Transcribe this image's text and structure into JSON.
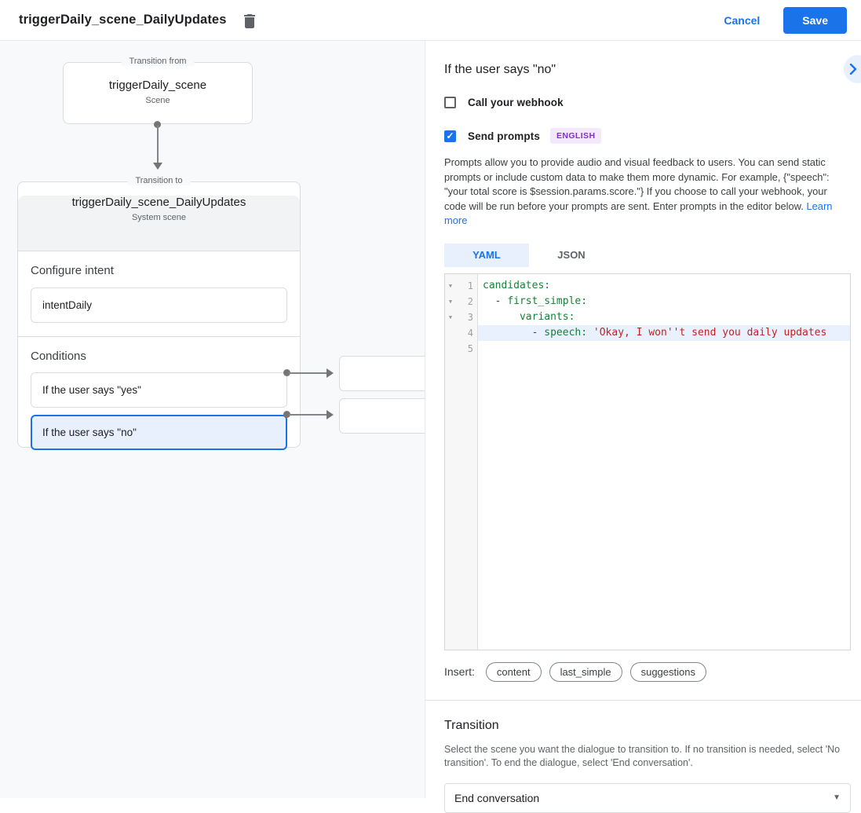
{
  "header": {
    "title": "triggerDaily_scene_DailyUpdates",
    "cancel_label": "Cancel",
    "save_label": "Save"
  },
  "flow": {
    "from_card": {
      "legend": "Transition from",
      "title": "triggerDaily_scene",
      "subtitle": "Scene"
    },
    "to_card": {
      "legend": "Transition to",
      "title": "triggerDaily_scene_DailyUpdates",
      "subtitle": "System scene",
      "intent_label": "Configure intent",
      "intent_value": "intentDaily",
      "conditions_label": "Conditions",
      "conditions": [
        {
          "label": "If the user says \"yes\"",
          "selected": false
        },
        {
          "label": "If the user says \"no\"",
          "selected": true
        }
      ]
    }
  },
  "panel": {
    "title": "If the user says \"no\"",
    "webhook_checkbox": {
      "label": "Call your webhook",
      "checked": false
    },
    "prompts_checkbox": {
      "label": "Send prompts",
      "checked": true,
      "badge": "ENGLISH"
    },
    "description": "Prompts allow you to provide audio and visual feedback to users. You can send static prompts or include custom data to make them more dynamic. For example, {\"speech\": \"your total score is $session.params.score.\"} If you choose to call your webhook, your code will be run before your prompts are sent. Enter prompts in the editor below. ",
    "learn_more": "Learn more",
    "tabs": [
      {
        "label": "YAML",
        "active": true
      },
      {
        "label": "JSON",
        "active": false
      }
    ],
    "editor": {
      "lines": [
        {
          "num": 1,
          "fold": true,
          "active": false,
          "segments": [
            {
              "t": "candidates:",
              "c": "key"
            }
          ]
        },
        {
          "num": 2,
          "fold": true,
          "active": false,
          "segments": [
            {
              "t": "  - ",
              "c": "plain"
            },
            {
              "t": "first_simple:",
              "c": "key"
            }
          ]
        },
        {
          "num": 3,
          "fold": true,
          "active": false,
          "segments": [
            {
              "t": "      ",
              "c": "plain"
            },
            {
              "t": "variants:",
              "c": "key"
            }
          ]
        },
        {
          "num": 4,
          "fold": false,
          "active": true,
          "segments": [
            {
              "t": "        - ",
              "c": "plain"
            },
            {
              "t": "speech:",
              "c": "key"
            },
            {
              "t": " ",
              "c": "plain"
            },
            {
              "t": "'Okay, I won''t send you daily updates",
              "c": "string"
            }
          ]
        },
        {
          "num": 5,
          "fold": false,
          "active": false,
          "segments": []
        }
      ]
    },
    "insert": {
      "label": "Insert:",
      "chips": [
        "content",
        "last_simple",
        "suggestions"
      ]
    },
    "transition": {
      "title": "Transition",
      "description": "Select the scene you want the dialogue to transition to. If no transition is needed, select 'No transition'. To end the dialogue, select 'End conversation'.",
      "dropdown_value": "End conversation"
    }
  }
}
